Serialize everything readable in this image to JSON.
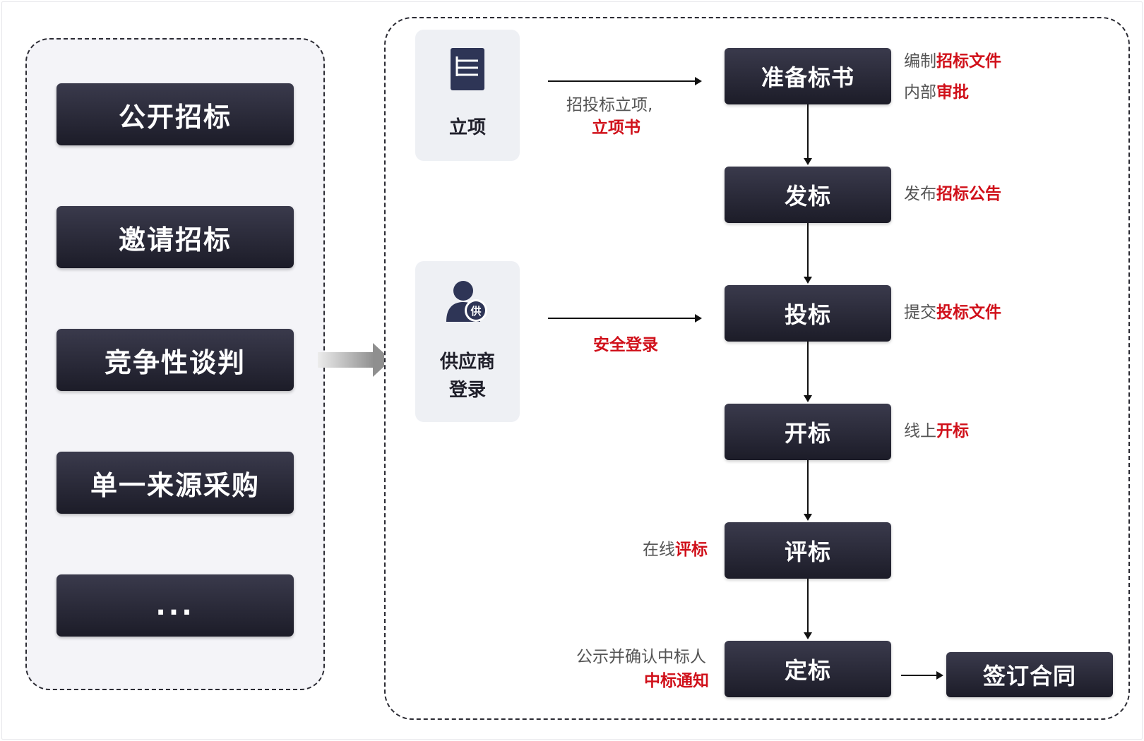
{
  "methods": [
    "公开招标",
    "邀请招标",
    "竞争性谈判",
    "单一来源采购",
    "..."
  ],
  "cards": {
    "project": {
      "label": "立项",
      "icon": "document-list-icon"
    },
    "supplier": {
      "line1": "供应商",
      "line2": "登录",
      "icon": "supplier-user-icon",
      "badge": "供"
    }
  },
  "arrow_labels": {
    "project_line1": "招投标立项,",
    "project_line2": "立项书",
    "supplier": "安全登录"
  },
  "steps": [
    "准备标书",
    "发标",
    "投标",
    "开标",
    "评标",
    "定标"
  ],
  "contract": "签订合同",
  "notes": {
    "prepare_1": {
      "plain": "编制",
      "red": "招标文件"
    },
    "prepare_2": {
      "plain": "内部",
      "red": "审批"
    },
    "issue": {
      "plain": "发布",
      "red": "招标公告"
    },
    "bid": {
      "plain": "提交",
      "red": "投标文件"
    },
    "open": {
      "plain": "线上",
      "red": "开标"
    },
    "evaluate": {
      "plain": "在线",
      "red": "评标"
    },
    "award_1": "公示并确认中标人",
    "award_2": "中标通知"
  },
  "colors": {
    "accent_red": "#d0101a",
    "node_dark": "#2a2a38",
    "card_bg": "#eef0f4",
    "icon_navy": "#2e3556"
  }
}
